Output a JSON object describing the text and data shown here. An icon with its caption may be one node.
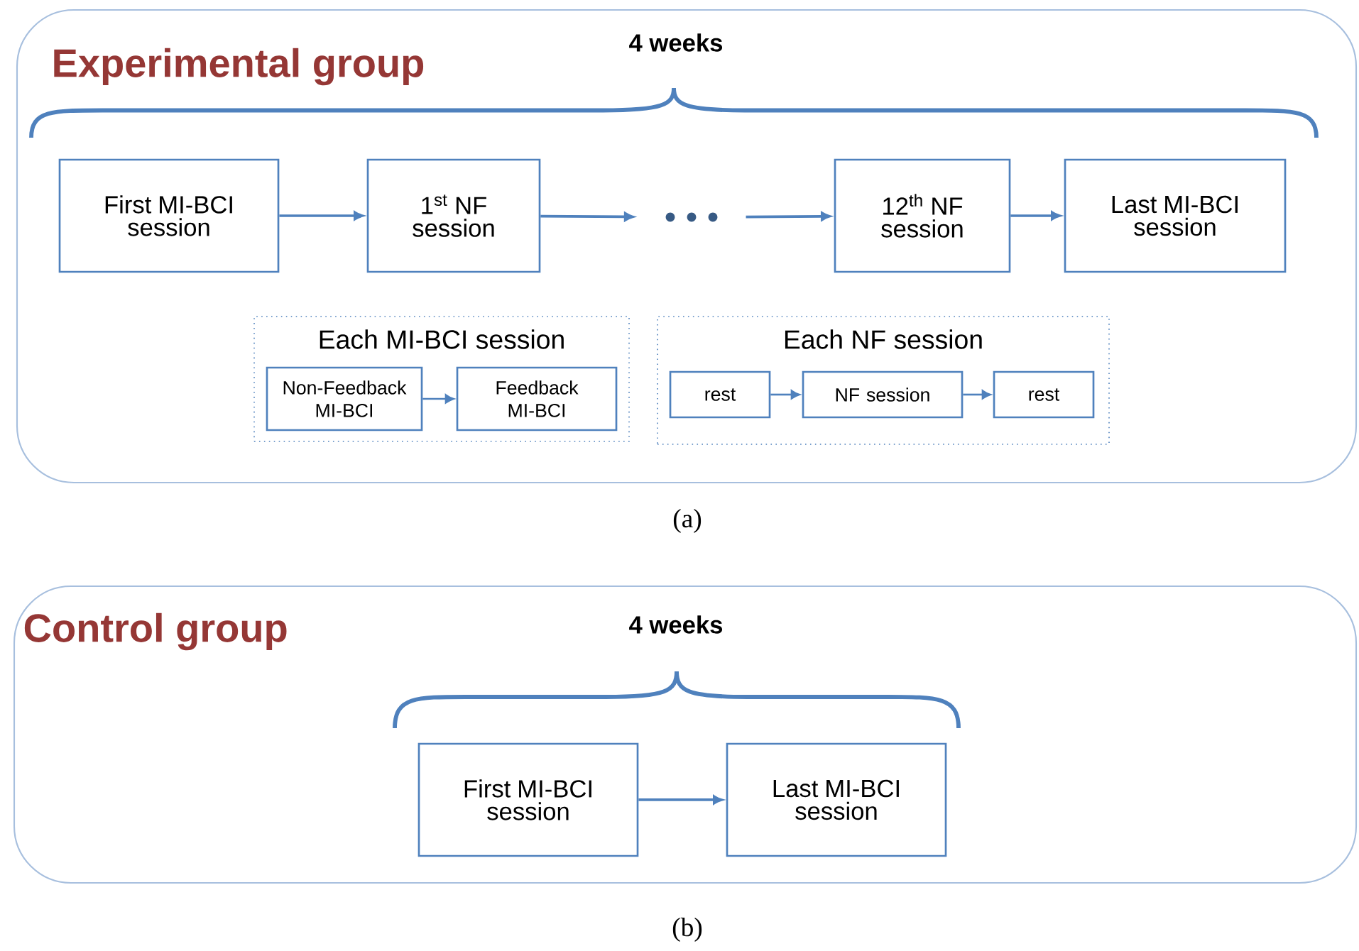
{
  "diagram": {
    "nodes": [
      {
        "text": [
          "Experimental group"
        ]
      },
      {
        "text": [
          "First MI-BCI session"
        ],
        "in": 0
      },
      {
        "text": [
          "1$^{st}$ NF session"
        ],
        "in": 0
      },
      {
        "text": [],
        "shape": "dots",
        "in": 0
      },
      {
        "text": [
          "12$^{th}$ NF session"
        ],
        "in": 0
      },
      {
        "text": [
          "Last MI-BCI session"
        ],
        "in": 0
      },
      {
        "text": [
          "Each MI-BCI session"
        ],
        "in": 0
      },
      {
        "text": [
          "Non-Feedback MI-BCI"
        ],
        "in": 6
      },
      {
        "text": [
          "Feedback MI-BCI"
        ],
        "in": 6
      },
      {
        "text": [
          "Each NF session"
        ],
        "in": 0
      },
      {
        "text": [
          "rest"
        ],
        "in": 9
      },
      {
        "text": [
          "NF session"
        ],
        "in": 9
      },
      {
        "text": [
          "rest"
        ],
        "in": 9
      },
      {
        "text": [
          "Control group"
        ]
      },
      {
        "text": [
          "First MI-BCI session"
        ],
        "in": 13
      },
      {
        "text": [
          "Last MI-BCI session"
        ],
        "in": 13
      }
    ],
    "edges": [
      {
        "from": 1,
        "to": 2,
        "arrow": "to"
      },
      {
        "from": 2,
        "to": 3,
        "arrow": "to"
      },
      {
        "from": 3,
        "to": 4,
        "arrow": "to"
      },
      {
        "from": 4,
        "to": 5,
        "arrow": "to"
      },
      {
        "from": 7,
        "to": 8,
        "arrow": "to"
      },
      {
        "from": 10,
        "to": 11,
        "arrow": "to"
      },
      {
        "from": 11,
        "to": 12,
        "arrow": "to"
      },
      {
        "from": 14,
        "to": 15,
        "arrow": "to"
      }
    ],
    "labels": [
      "4 weeks",
      "(a)",
      "4 weeks",
      "(b)"
    ]
  }
}
